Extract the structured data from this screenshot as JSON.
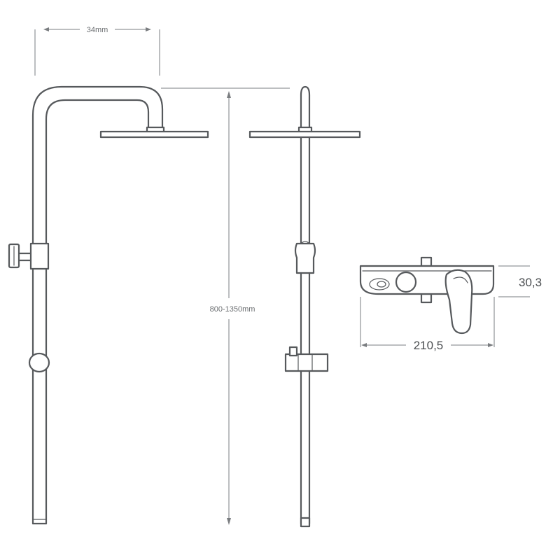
{
  "dimensions": {
    "width_top": "34mm",
    "height_range": "800-1350mm",
    "mixer_height": "30,3",
    "mixer_width": "210,5"
  },
  "colors": {
    "line": "#56595c",
    "dimension": "#7a7d80",
    "background": "#ffffff"
  }
}
